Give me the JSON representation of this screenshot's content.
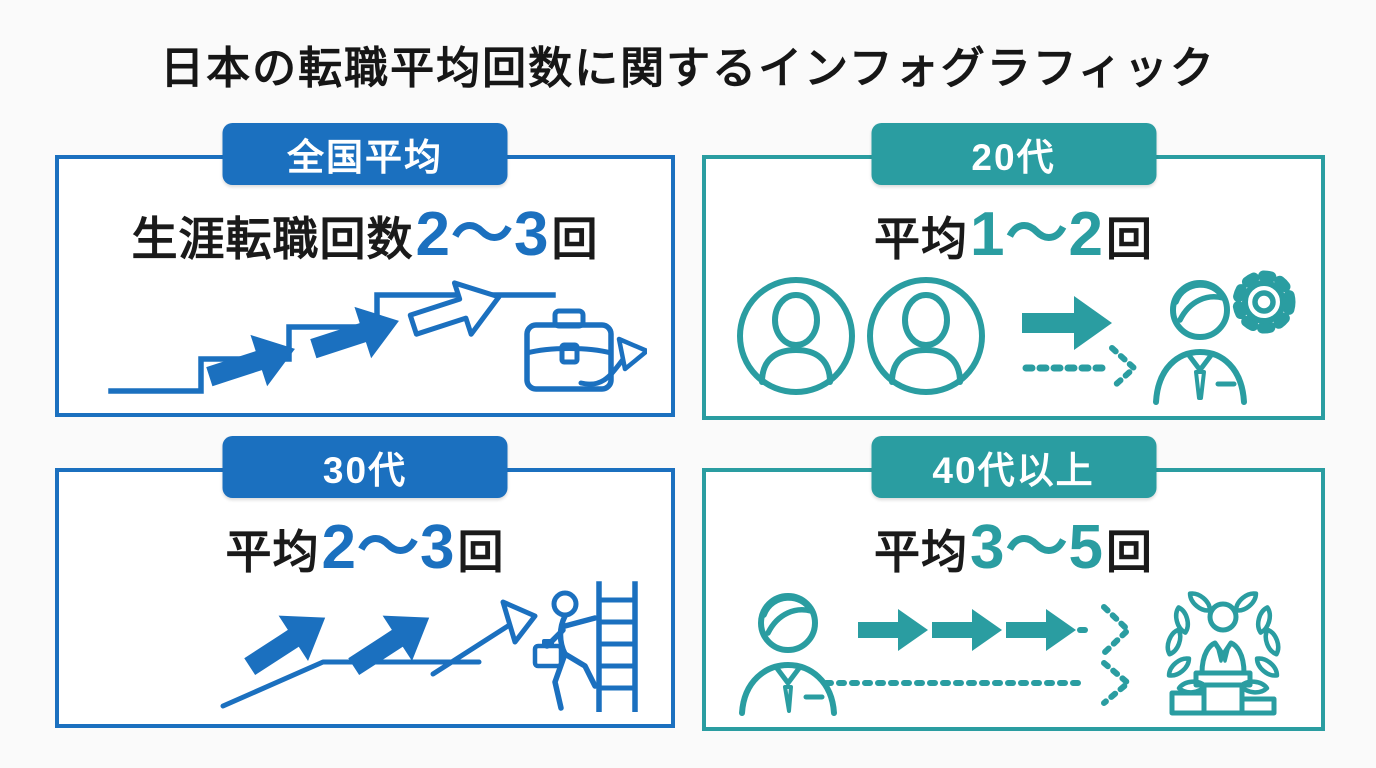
{
  "title": "日本の転職平均回数に関するインフォグラフィック",
  "colors": {
    "blue": "#1b70bf",
    "teal": "#2a9da1",
    "text": "#1a1a1a",
    "bg": "#fafafa",
    "panel-bg": "#ffffff"
  },
  "panels": [
    {
      "badge": "全国平均",
      "theme": "blue",
      "stat": {
        "prefix": "生涯転職回数",
        "value": "2〜3",
        "suffix": "回"
      },
      "icons": [
        "stairs-up-arrows-icon",
        "briefcase-exit-arrow-icon"
      ]
    },
    {
      "badge": "20代",
      "theme": "teal",
      "stat": {
        "prefix": "平均",
        "value": "1〜2",
        "suffix": "回"
      },
      "icons": [
        "avatar-icon",
        "avatar-icon",
        "solid-right-arrow-icon",
        "dotted-right-arrow-icon",
        "worker-with-gear-icon"
      ]
    },
    {
      "badge": "30代",
      "theme": "blue",
      "stat": {
        "prefix": "平均",
        "value": "2〜3",
        "suffix": "回"
      },
      "icons": [
        "growth-arrows-icon",
        "ladder-climber-icon"
      ]
    },
    {
      "badge": "40代以上",
      "theme": "teal",
      "stat": {
        "prefix": "平均",
        "value": "3〜5",
        "suffix": "回"
      },
      "icons": [
        "businessman-icon",
        "triple-solid-arrows-icon",
        "dotted-chevron-icon",
        "dotted-path-icon",
        "winner-podium-laurel-icon"
      ]
    }
  ]
}
